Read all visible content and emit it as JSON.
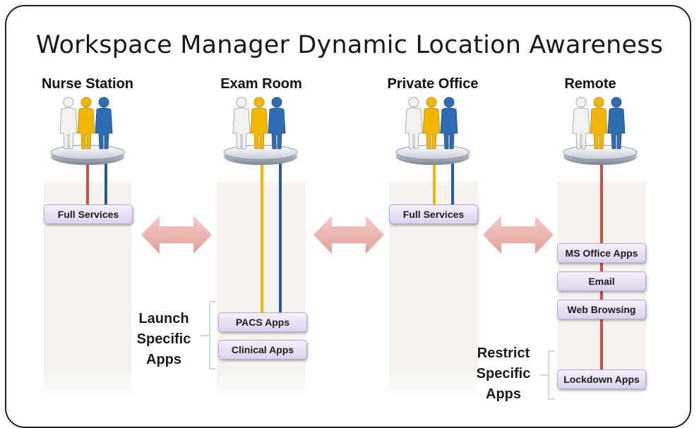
{
  "title": "Workspace Manager Dynamic Location Awareness",
  "locations": [
    {
      "name": "Nurse Station",
      "apps": [
        "Full Services"
      ]
    },
    {
      "name": "Exam Room",
      "apps": [
        "PACS Apps",
        "Clinical Apps"
      ]
    },
    {
      "name": "Private Office",
      "apps": [
        "Full Services"
      ]
    },
    {
      "name": "Remote",
      "apps": [
        "MS Office Apps",
        "Email",
        "Web Browsing",
        "Lockdown Apps"
      ]
    }
  ],
  "side_labels": {
    "launch": "Launch Specific Apps",
    "restrict": "Restrict Specific Apps"
  },
  "colors": {
    "white_person": "#f2f2f2",
    "yellow_person": "#f2b705",
    "blue_person": "#2f6db3",
    "red_line": "#c8504a",
    "yellow_line": "#f2b705",
    "blue_line": "#255c99",
    "arrow": "#e8a7a0"
  },
  "icons": [
    "people-on-platform-icon",
    "double-arrow-icon",
    "bracket-icon"
  ]
}
